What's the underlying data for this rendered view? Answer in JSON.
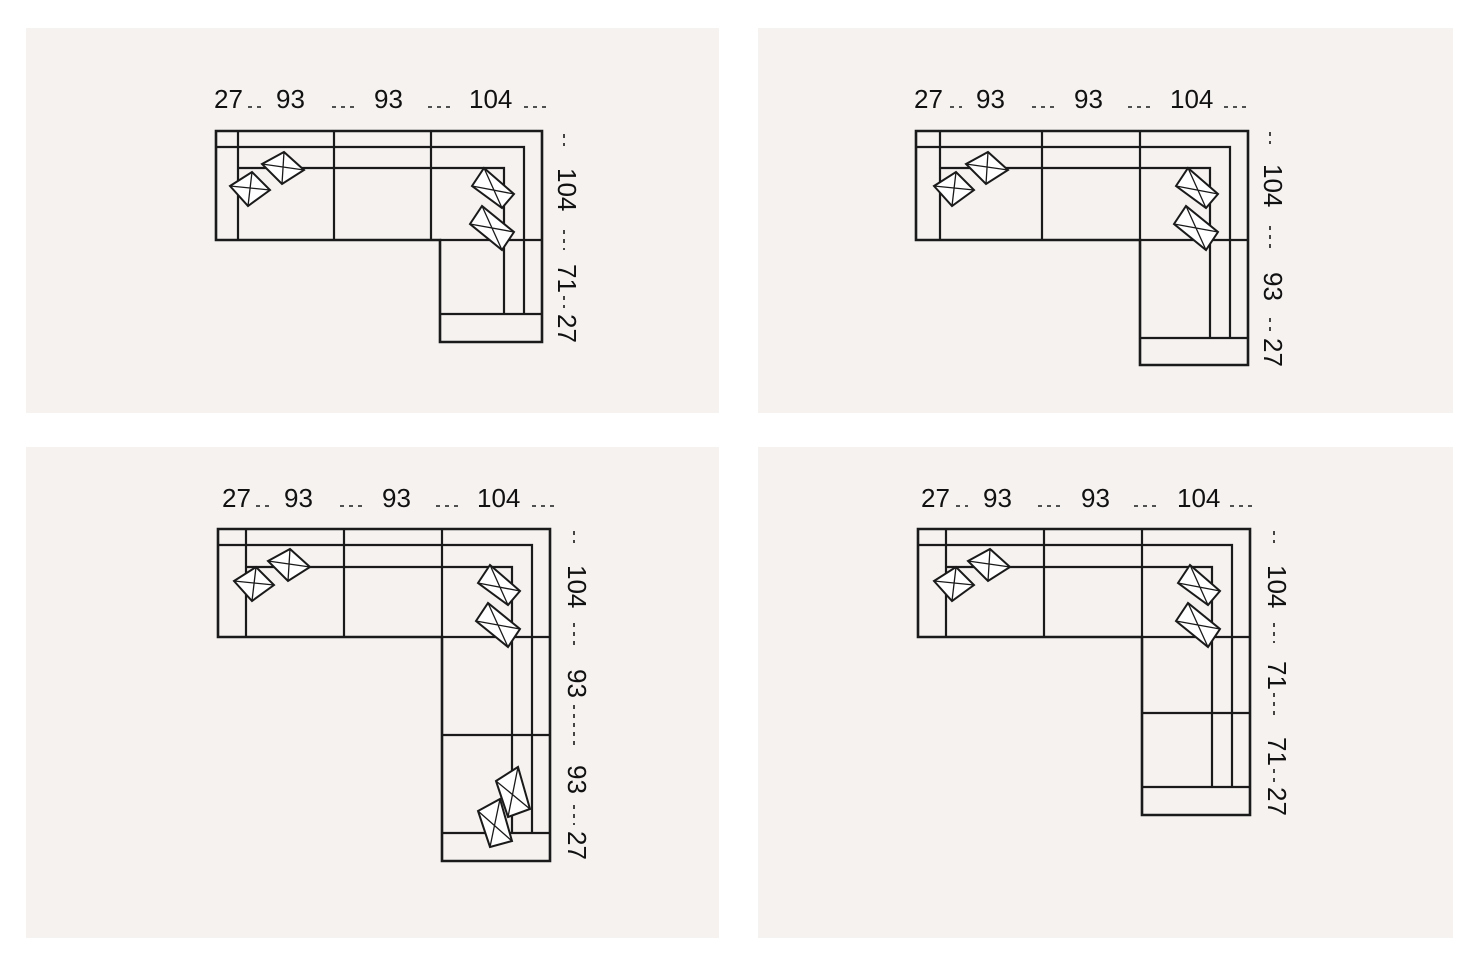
{
  "colors": {
    "panel_background": "#f5f2f0",
    "line": "#1a1a1a",
    "text": "#111111"
  },
  "icons": [
    "cushion-icon"
  ],
  "layouts": [
    {
      "top": [
        "27",
        "93",
        "93",
        "104"
      ],
      "side": [
        "104",
        "71",
        "27"
      ]
    },
    {
      "top": [
        "27",
        "93",
        "93",
        "104"
      ],
      "side": [
        "104",
        "93",
        "27"
      ]
    },
    {
      "top": [
        "27",
        "93",
        "93",
        "104"
      ],
      "side": [
        "104",
        "93",
        "93",
        "27"
      ]
    },
    {
      "top": [
        "27",
        "93",
        "93",
        "104"
      ],
      "side": [
        "104",
        "71",
        "71",
        "27"
      ]
    }
  ]
}
